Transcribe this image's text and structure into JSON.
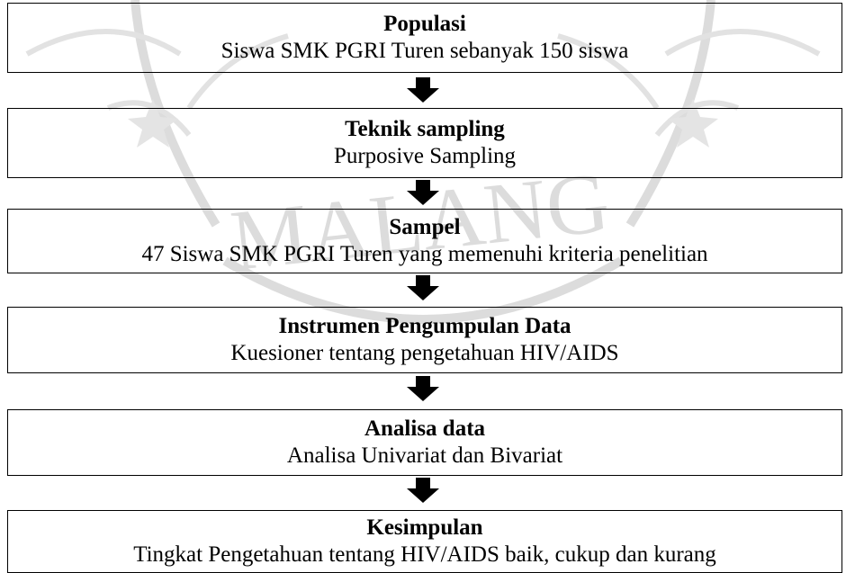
{
  "steps": [
    {
      "title": "Populasi",
      "desc": "Siswa SMK PGRI Turen sebanyak 150 siswa"
    },
    {
      "title": "Teknik sampling",
      "desc": "Purposive Sampling"
    },
    {
      "title": "Sampel",
      "desc": "47 Siswa SMK PGRI Turen yang memenuhi kriteria penelitian"
    },
    {
      "title": "Instrumen Pengumpulan Data",
      "desc": "Kuesioner tentang pengetahuan HIV/AIDS"
    },
    {
      "title": "Analisa data",
      "desc": "Analisa Univariat dan Bivariat"
    },
    {
      "title": "Kesimpulan",
      "desc": "Tingkat Pengetahuan tentang HIV/AIDS baik, cukup dan kurang"
    }
  ],
  "watermark": {
    "text": "MALANG",
    "color": "#d9d9d9"
  }
}
